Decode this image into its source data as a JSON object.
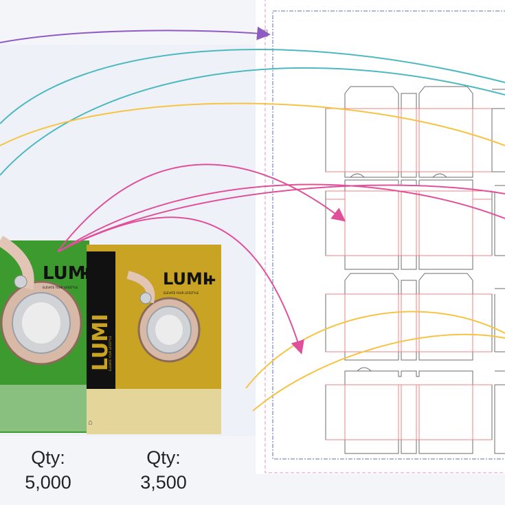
{
  "products": [
    {
      "name": "green-box",
      "brand": "LUMI",
      "tagline": "ELEVATE YOUR LIFESTYLE",
      "color": "#3d9a2e",
      "qty_label": "Qty:",
      "qty_value": "5,000"
    },
    {
      "name": "yellow-box",
      "brand": "LUMI",
      "tagline": "ELEVATE YOUR LIFESTYLE",
      "color": "#c9a324",
      "qty_label": "Qty:",
      "qty_value": "3,500"
    }
  ],
  "colors": {
    "purple": "#8e5bc4",
    "teal": "#4cb8c0",
    "yellow": "#f6c343",
    "pink": "#e0509a",
    "dieline": "#6b6b6b",
    "fold": "#f08080",
    "sheet_border": "#e98fc9",
    "sheet_inner": "#5b6fb5"
  }
}
